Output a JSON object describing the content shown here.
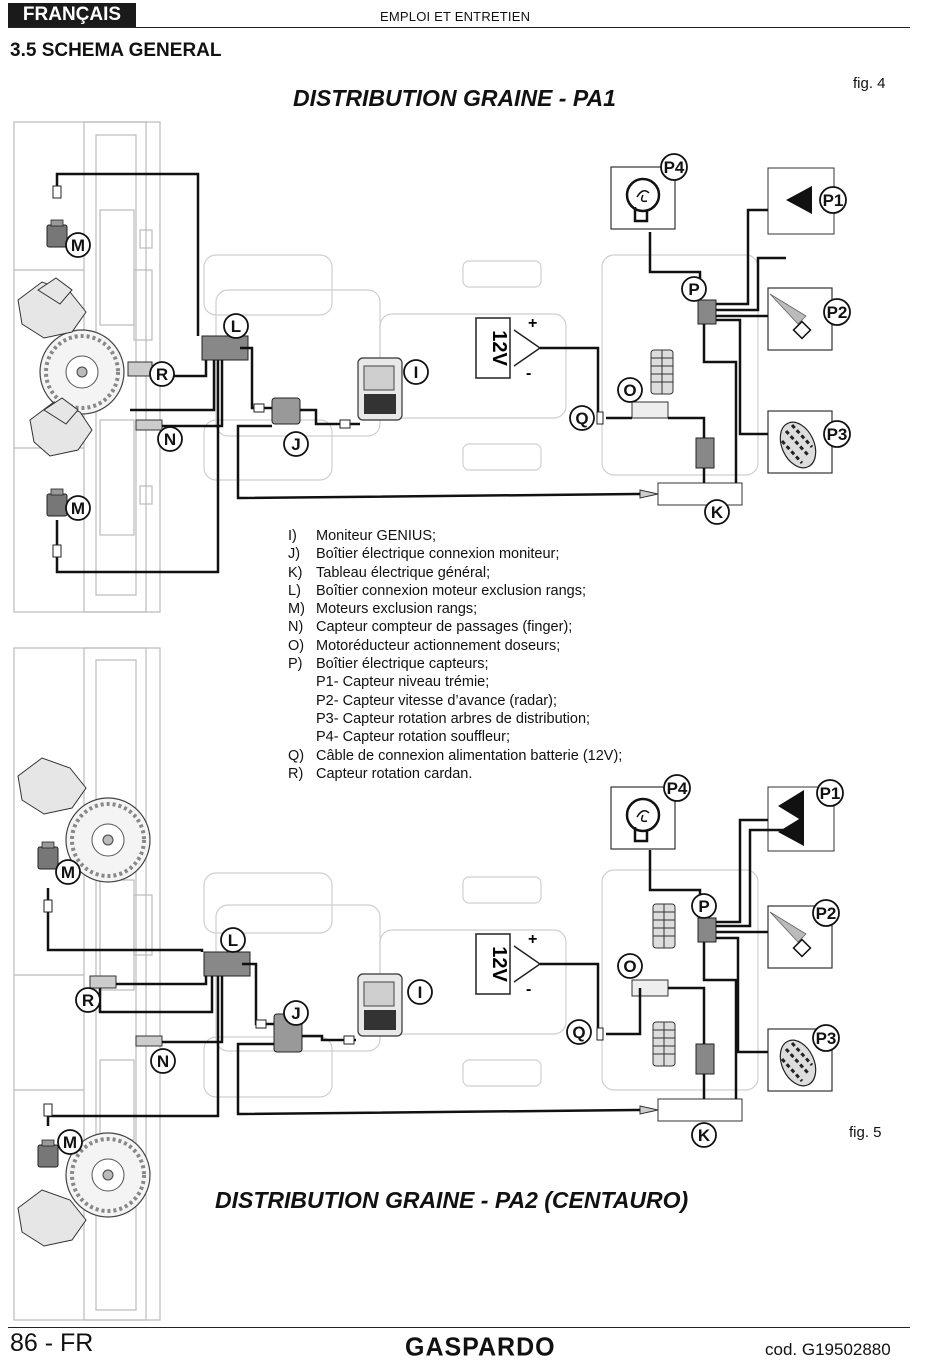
{
  "header": {
    "language": "FRANÇAIS",
    "title": "EMPLOI ET ENTRETIEN"
  },
  "section": {
    "title": "3.5 SCHEMA GENERAL"
  },
  "figures": {
    "top": {
      "title": "DISTRIBUTION GRAINE - PA1",
      "fig_label": "fig. 4"
    },
    "bottom": {
      "title": "DISTRIBUTION GRAINE - PA2 (CENTAURO)",
      "fig_label": "fig. 5"
    }
  },
  "callouts": {
    "I": "I",
    "J": "J",
    "K": "K",
    "L": "L",
    "M": "M",
    "N": "N",
    "O": "O",
    "P": "P",
    "Q": "Q",
    "R": "R",
    "P1": "P1",
    "P2": "P2",
    "P3": "P3",
    "P4": "P4",
    "battery": "12V",
    "plus": "+",
    "minus": "-"
  },
  "legend": [
    {
      "key": "I)",
      "text": "Moniteur GENIUS;"
    },
    {
      "key": "J)",
      "text": "Boîtier électrique connexion moniteur;"
    },
    {
      "key": "K)",
      "text": "Tableau électrique général;"
    },
    {
      "key": "L)",
      "text": "Boîtier connexion moteur exclusion rangs;"
    },
    {
      "key": "M)",
      "text": "Moteurs exclusion rangs;"
    },
    {
      "key": "N)",
      "text": "Capteur compteur de passages (finger);"
    },
    {
      "key": "O)",
      "text": "Motoréducteur actionnement doseurs;"
    },
    {
      "key": "P)",
      "text": "Boîtier électrique capteurs;"
    },
    {
      "key": "",
      "text": "P1- Capteur niveau trémie;"
    },
    {
      "key": "",
      "text": "P2- Capteur vitesse d’avance (radar);"
    },
    {
      "key": "",
      "text": "P3- Capteur rotation arbres de distribution;"
    },
    {
      "key": "",
      "text": "P4- Capteur rotation souffleur;"
    },
    {
      "key": "Q)",
      "text": "Câble de connexion alimentation batterie (12V);"
    },
    {
      "key": "R)",
      "text": "Capteur rotation cardan."
    }
  ],
  "footer": {
    "page": "86 - FR",
    "brand": "GASPARDO",
    "code": "cod.  G19502880"
  }
}
